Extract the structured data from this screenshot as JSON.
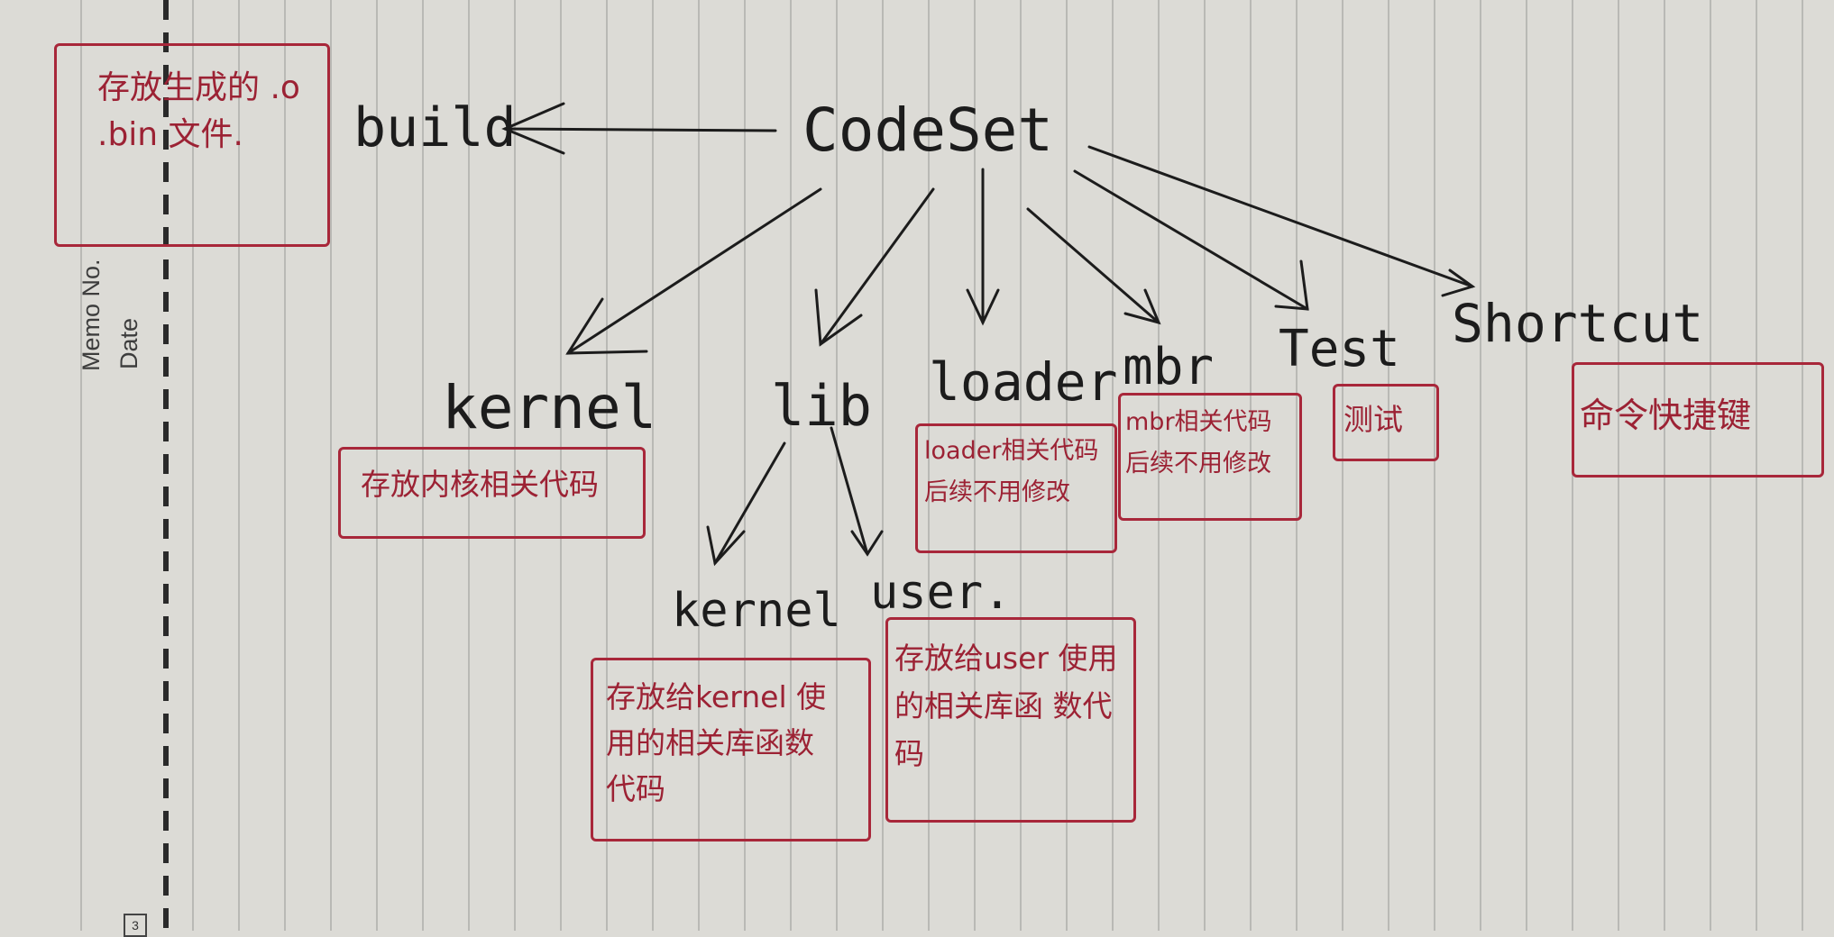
{
  "margin_labels": {
    "memo": "Memo No.",
    "date": "Date"
  },
  "page_number": "3",
  "root": "CodeSet",
  "nodes": {
    "build": "build",
    "kernel": "kernel",
    "lib": "lib",
    "loader": "loader",
    "mbr": "mbr",
    "test": "Test",
    "shortcut": "Shortcut",
    "lib_kernel": "kernel",
    "lib_user": "user."
  },
  "notes": {
    "build": "存放生成的 .o .bin 文件.",
    "kernel": "存放内核相关代码",
    "loader": "loader相关代码 后续不用修改",
    "mbr": "mbr相关代码 后续不用修改",
    "test": "测试",
    "shortcut": "命令快捷键",
    "lib_kernel": "存放给kernel 使用的相关库函数 代码",
    "lib_user": "存放给user 使用的相关库函 数代码"
  },
  "colors": {
    "ink": "#1c1c1c",
    "red_ink": "#a8273a",
    "paper": "#dcdbd6",
    "rule_line": "#9c9d9a"
  }
}
